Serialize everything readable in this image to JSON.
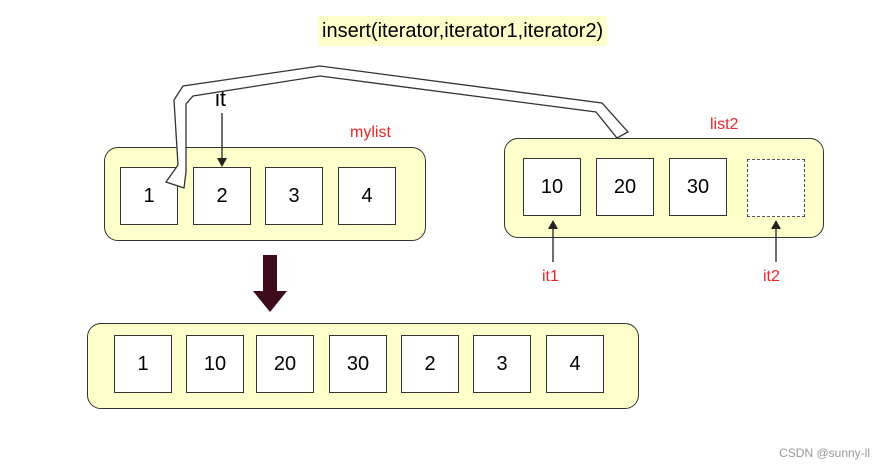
{
  "title": "insert(iterator,iterator1,iterator2)",
  "mylist": {
    "label": "mylist",
    "cells": [
      "1",
      "2",
      "3",
      "4"
    ]
  },
  "list2": {
    "label": "list2",
    "cells": [
      "10",
      "20",
      "30",
      ""
    ]
  },
  "iterators": {
    "it": "it",
    "it1": "it1",
    "it2": "it2"
  },
  "result": {
    "cells": [
      "1",
      "10",
      "20",
      "30",
      "2",
      "3",
      "4"
    ]
  },
  "footer": "CSDN @sunny-ll",
  "colors": {
    "container_fill": "#ffffcc",
    "label_red": "#e8262a",
    "down_arrow": "#3d0a1e"
  }
}
